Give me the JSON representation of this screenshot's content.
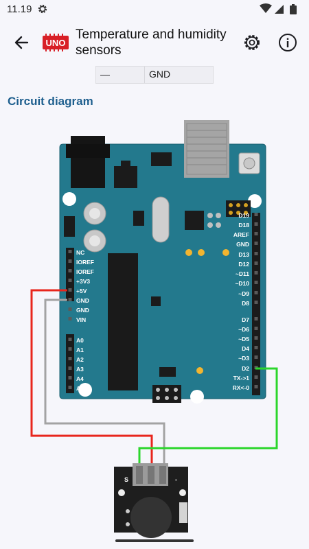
{
  "status_bar": {
    "time": "11.19"
  },
  "app_bar": {
    "badge": "UNO",
    "title": "Temperature and humidity sensors",
    "icons": {
      "back": "arrow-back-icon",
      "settings": "gear-icon",
      "info": "info-icon"
    }
  },
  "pin_table": {
    "sensor_pin": "—",
    "arduino_pin": "GND"
  },
  "section": {
    "title": "Circuit diagram"
  },
  "board": {
    "left_pins": [
      "NC",
      "IOREF",
      "IOREF",
      "+3V3",
      "+5V",
      "GND",
      "GND",
      "VIN",
      "A0",
      "A1",
      "A2",
      "A3",
      "A4",
      "A5"
    ],
    "right_pins": [
      "D19",
      "D18",
      "AREF",
      "GND",
      "D13",
      "D12",
      "~D11",
      "~D10",
      "~D9",
      "D8",
      "D7",
      "~D6",
      "~D5",
      "D4",
      "~D3",
      "D2",
      "TX->1",
      "RX<-0"
    ]
  },
  "sensor": {
    "left_mark": "S",
    "right_mark": "-"
  },
  "colors": {
    "board": "#23798d",
    "wire_5v": "#e8261d",
    "wire_gnd": "#a3a3a3",
    "wire_signal": "#2cd62c",
    "section_title": "#1e5f8e",
    "badge": "#d81f26"
  }
}
